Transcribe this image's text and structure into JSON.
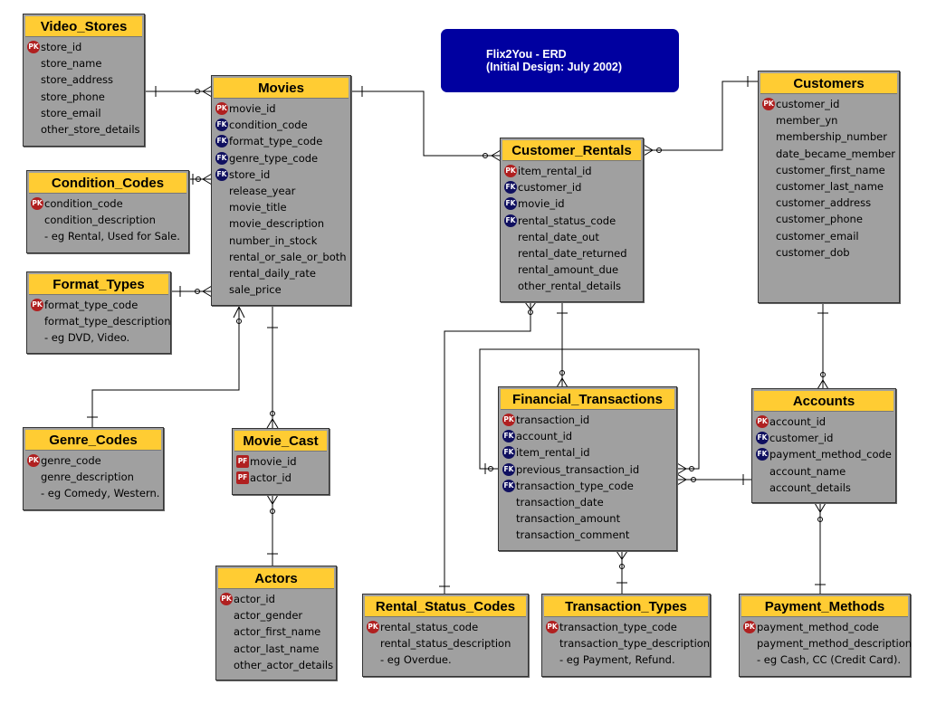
{
  "title": {
    "line1": "Flix2You - ERD",
    "line2": "(Initial Design: July 2002)"
  },
  "colors": {
    "header": "#ffcc33",
    "body": "#a0a0a0",
    "pk_badge": "#b02020",
    "fk_badge": "#101060",
    "title_box": "#0000a0"
  },
  "entities": {
    "video_stores": {
      "name": "Video_Stores",
      "fields": [
        {
          "key": "PK",
          "name": "store_id"
        },
        {
          "key": "",
          "name": "store_name"
        },
        {
          "key": "",
          "name": "store_address"
        },
        {
          "key": "",
          "name": "store_phone"
        },
        {
          "key": "",
          "name": "store_email"
        },
        {
          "key": "",
          "name": "other_store_details"
        }
      ]
    },
    "movies": {
      "name": "Movies",
      "fields": [
        {
          "key": "PK",
          "name": "movie_id"
        },
        {
          "key": "FK",
          "name": "condition_code"
        },
        {
          "key": "FK",
          "name": "format_type_code"
        },
        {
          "key": "FK",
          "name": "genre_type_code"
        },
        {
          "key": "FK",
          "name": "store_id"
        },
        {
          "key": "",
          "name": "release_year"
        },
        {
          "key": "",
          "name": "movie_title"
        },
        {
          "key": "",
          "name": "movie_description"
        },
        {
          "key": "",
          "name": "number_in_stock"
        },
        {
          "key": "",
          "name": "rental_or_sale_or_both"
        },
        {
          "key": "",
          "name": "rental_daily_rate"
        },
        {
          "key": "",
          "name": "sale_price"
        }
      ]
    },
    "condition_codes": {
      "name": "Condition_Codes",
      "fields": [
        {
          "key": "PK",
          "name": "condition_code"
        },
        {
          "key": "",
          "name": "condition_description"
        },
        {
          "key": "",
          "name": "- eg Rental, Used for Sale."
        }
      ]
    },
    "format_types": {
      "name": "Format_Types",
      "fields": [
        {
          "key": "PK",
          "name": "format_type_code"
        },
        {
          "key": "",
          "name": "format_type_description"
        },
        {
          "key": "",
          "name": "- eg DVD, Video."
        }
      ]
    },
    "genre_codes": {
      "name": "Genre_Codes",
      "fields": [
        {
          "key": "PK",
          "name": "genre_code"
        },
        {
          "key": "",
          "name": "genre_description"
        },
        {
          "key": "",
          "name": "- eg Comedy, Western."
        }
      ]
    },
    "movie_cast": {
      "name": "Movie_Cast",
      "fields": [
        {
          "key": "PF",
          "name": "movie_id"
        },
        {
          "key": "PF",
          "name": "actor_id"
        }
      ]
    },
    "actors": {
      "name": "Actors",
      "fields": [
        {
          "key": "PK",
          "name": "actor_id"
        },
        {
          "key": "",
          "name": "actor_gender"
        },
        {
          "key": "",
          "name": "actor_first_name"
        },
        {
          "key": "",
          "name": "actor_last_name"
        },
        {
          "key": "",
          "name": "other_actor_details"
        }
      ]
    },
    "customer_rentals": {
      "name": "Customer_Rentals",
      "fields": [
        {
          "key": "PK",
          "name": "item_rental_id"
        },
        {
          "key": "FK",
          "name": "customer_id"
        },
        {
          "key": "FK",
          "name": "movie_id"
        },
        {
          "key": "FK",
          "name": "rental_status_code"
        },
        {
          "key": "",
          "name": "rental_date_out"
        },
        {
          "key": "",
          "name": "rental_date_returned"
        },
        {
          "key": "",
          "name": "rental_amount_due"
        },
        {
          "key": "",
          "name": "other_rental_details"
        }
      ]
    },
    "customers": {
      "name": "Customers",
      "fields": [
        {
          "key": "PK",
          "name": "customer_id"
        },
        {
          "key": "",
          "name": "member_yn"
        },
        {
          "key": "",
          "name": "membership_number"
        },
        {
          "key": "",
          "name": "date_became_member"
        },
        {
          "key": "",
          "name": "customer_first_name"
        },
        {
          "key": "",
          "name": "customer_last_name"
        },
        {
          "key": "",
          "name": "customer_address"
        },
        {
          "key": "",
          "name": "customer_phone"
        },
        {
          "key": "",
          "name": "customer_email"
        },
        {
          "key": "",
          "name": "customer_dob"
        }
      ]
    },
    "financial_transactions": {
      "name": "Financial_Transactions",
      "fields": [
        {
          "key": "PK",
          "name": "transaction_id"
        },
        {
          "key": "FK",
          "name": "account_id"
        },
        {
          "key": "FK",
          "name": "item_rental_id"
        },
        {
          "key": "FK",
          "name": "previous_transaction_id"
        },
        {
          "key": "FK",
          "name": "transaction_type_code"
        },
        {
          "key": "",
          "name": "transaction_date"
        },
        {
          "key": "",
          "name": "transaction_amount"
        },
        {
          "key": "",
          "name": "transaction_comment"
        }
      ]
    },
    "accounts": {
      "name": "Accounts",
      "fields": [
        {
          "key": "PK",
          "name": "account_id"
        },
        {
          "key": "FK",
          "name": "customer_id"
        },
        {
          "key": "FK",
          "name": "payment_method_code"
        },
        {
          "key": "",
          "name": "account_name"
        },
        {
          "key": "",
          "name": "account_details"
        }
      ]
    },
    "rental_status_codes": {
      "name": "Rental_Status_Codes",
      "fields": [
        {
          "key": "PK",
          "name": "rental_status_code"
        },
        {
          "key": "",
          "name": "rental_status_description"
        },
        {
          "key": "",
          "name": "- eg Overdue."
        }
      ]
    },
    "transaction_types": {
      "name": "Transaction_Types",
      "fields": [
        {
          "key": "PK",
          "name": "transaction_type_code"
        },
        {
          "key": "",
          "name": "transaction_type_description"
        },
        {
          "key": "",
          "name": "- eg Payment, Refund."
        }
      ]
    },
    "payment_methods": {
      "name": "Payment_Methods",
      "fields": [
        {
          "key": "PK",
          "name": "payment_method_code"
        },
        {
          "key": "",
          "name": "payment_method_description"
        },
        {
          "key": "",
          "name": "- eg Cash, CC (Credit Card)."
        }
      ]
    }
  }
}
